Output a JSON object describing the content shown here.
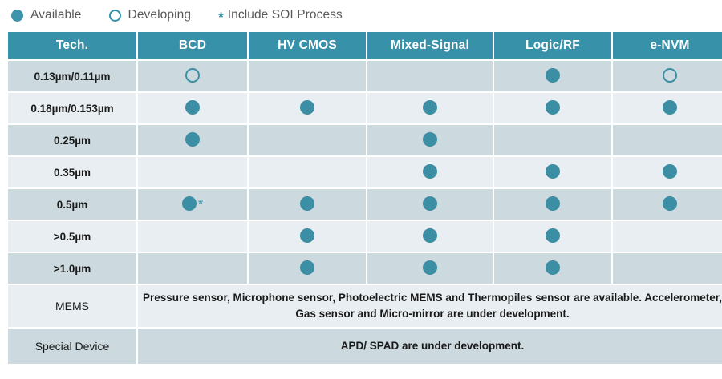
{
  "legend": [
    {
      "marker": "filled",
      "label": "Available"
    },
    {
      "marker": "open",
      "label": "Developing"
    },
    {
      "marker": "star",
      "label": "Include SOI Process"
    }
  ],
  "colors": {
    "header_teal": "#3791a8",
    "marker_teal": "#3b8ea4",
    "band_dark": "#ccd9df",
    "band_light": "#e8eef1",
    "legend_text": "#58595b"
  },
  "table": {
    "columns": [
      "Tech.",
      "BCD",
      "HV CMOS",
      "Mixed-Signal",
      "Logic/RF",
      "e-NVM"
    ],
    "rows": [
      {
        "label": "0.13µm/0.11µm",
        "cells": [
          "open",
          "none",
          "none",
          "filled",
          "open"
        ]
      },
      {
        "label": "0.18µm/0.153µm",
        "cells": [
          "filled",
          "filled",
          "filled",
          "filled",
          "filled"
        ]
      },
      {
        "label": "0.25µm",
        "cells": [
          "filled",
          "none",
          "filled",
          "none",
          "none"
        ]
      },
      {
        "label": "0.35µm",
        "cells": [
          "none",
          "none",
          "filled",
          "filled",
          "filled"
        ]
      },
      {
        "label": "0.5µm",
        "cells": [
          "filled-star",
          "filled",
          "filled",
          "filled",
          "filled"
        ]
      },
      {
        "label": ">0.5µm",
        "cells": [
          "none",
          "filled",
          "filled",
          "filled",
          "none"
        ]
      },
      {
        "label": ">1.0µm",
        "cells": [
          "none",
          "filled",
          "filled",
          "filled",
          "none"
        ]
      }
    ],
    "notes": [
      {
        "label": "MEMS",
        "text": "Pressure sensor, Microphone sensor, Photoelectric MEMS and Thermopiles sensor are available. Accelerometer, Gas sensor and Micro-mirror are under development."
      },
      {
        "label": "Special Device",
        "text": "APD/ SPAD are under development."
      }
    ]
  }
}
